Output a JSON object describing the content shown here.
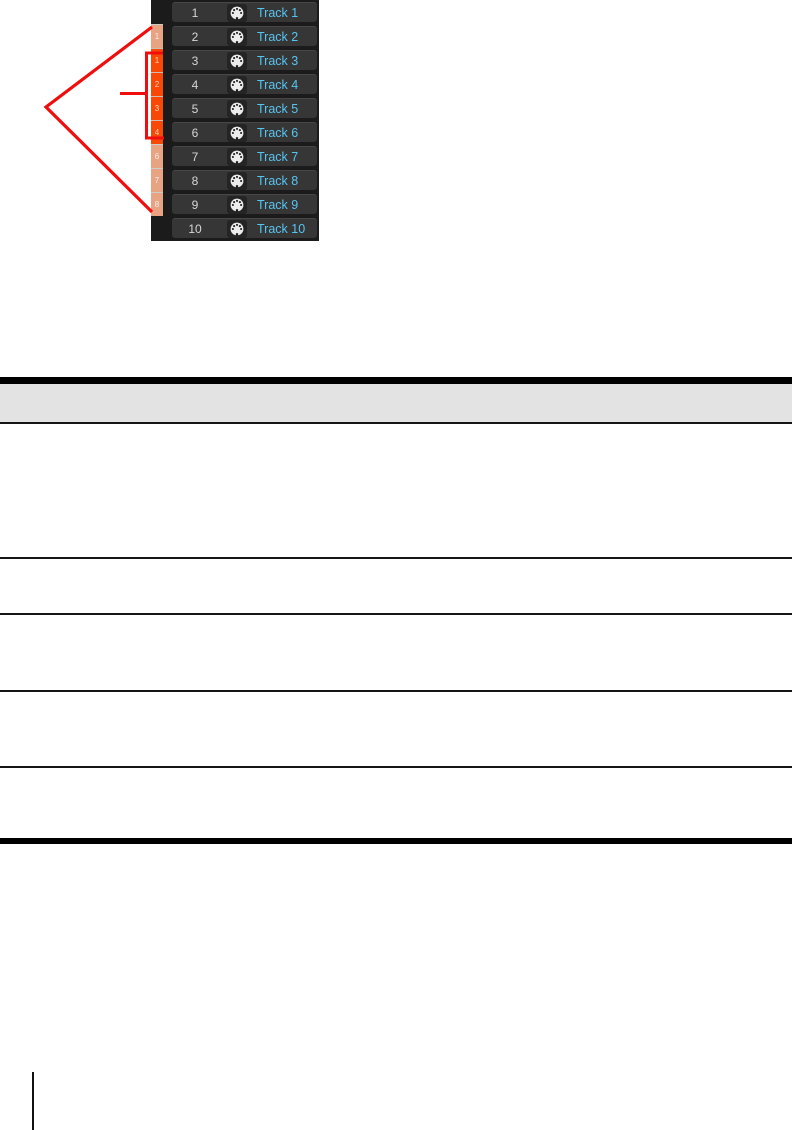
{
  "figure": {
    "icon": "midi-din-icon",
    "tracks": [
      {
        "num": "1",
        "name": "Track 1",
        "strip": "none",
        "strip_label": ""
      },
      {
        "num": "2",
        "name": "Track 2",
        "strip": "salmon",
        "strip_label": "1"
      },
      {
        "num": "3",
        "name": "Track 3",
        "strip": "orange",
        "strip_label": "1"
      },
      {
        "num": "4",
        "name": "Track 4",
        "strip": "orange",
        "strip_label": "2"
      },
      {
        "num": "5",
        "name": "Track 5",
        "strip": "orange",
        "strip_label": "3"
      },
      {
        "num": "6",
        "name": "Track 6",
        "strip": "orange",
        "strip_label": "4"
      },
      {
        "num": "7",
        "name": "Track 7",
        "strip": "salmon",
        "strip_label": "6"
      },
      {
        "num": "8",
        "name": "Track 8",
        "strip": "salmon",
        "strip_label": "7"
      },
      {
        "num": "9",
        "name": "Track 9",
        "strip": "salmon",
        "strip_label": "8"
      },
      {
        "num": "10",
        "name": "Track 10",
        "strip": "none",
        "strip_label": ""
      }
    ],
    "colors": {
      "strip_orange": "#f94805",
      "strip_salmon": "#e7a382",
      "annotation_red": "#ef0d0d",
      "track_name_blue": "#56c5f2"
    }
  },
  "table": {
    "header_text": "",
    "rows": [
      "",
      "",
      "",
      "",
      ""
    ]
  }
}
